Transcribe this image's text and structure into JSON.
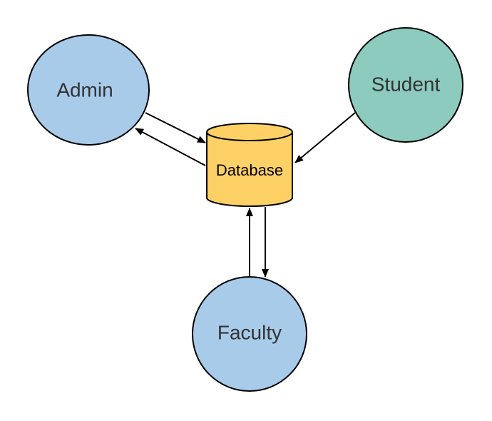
{
  "diagram": {
    "nodes": {
      "admin": {
        "label": "Admin",
        "color": "#a9cbea",
        "shape": "ellipse"
      },
      "student": {
        "label": "Student",
        "color": "#8ccbbd",
        "shape": "circle"
      },
      "database": {
        "label": "Database",
        "color": "#fdd166",
        "shape": "cylinder"
      },
      "faculty": {
        "label": "Faculty",
        "color": "#a9cbea",
        "shape": "circle"
      }
    },
    "edges": [
      {
        "from": "admin",
        "to": "database"
      },
      {
        "from": "database",
        "to": "admin"
      },
      {
        "from": "student",
        "to": "database"
      },
      {
        "from": "database",
        "to": "faculty"
      },
      {
        "from": "faculty",
        "to": "database"
      }
    ],
    "stroke_color": "#000000"
  }
}
